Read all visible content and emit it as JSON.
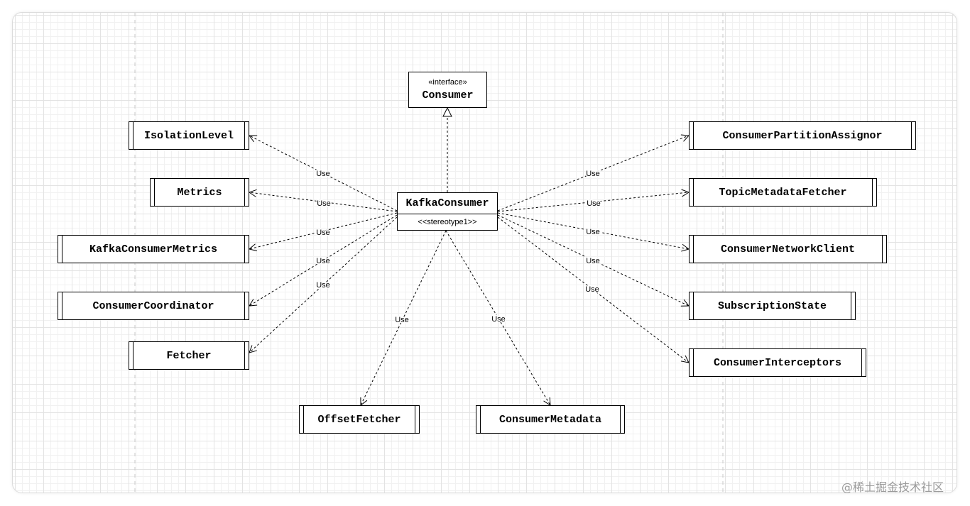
{
  "interface": {
    "stereotype": "«interface»",
    "name": "Consumer"
  },
  "main_class": {
    "name": "KafkaConsumer",
    "stereotype": "<<stereotype1>>"
  },
  "classes": [
    "IsolationLevel",
    "Metrics",
    "KafkaConsumerMetrics",
    "ConsumerCoordinator",
    "Fetcher",
    "ConsumerPartitionAssignor",
    "TopicMetadataFetcher",
    "ConsumerNetworkClient",
    "SubscriptionState",
    "ConsumerInterceptors",
    "OffsetFetcher",
    "ConsumerMetadata"
  ],
  "relations": [
    {
      "label": "Use",
      "target": 0
    },
    {
      "label": "Use",
      "target": 1
    },
    {
      "label": "Use",
      "target": 2
    },
    {
      "label": "Use",
      "target": 3
    },
    {
      "label": "Use",
      "target": 4
    },
    {
      "label": "Use",
      "target": 5
    },
    {
      "label": "Use",
      "target": 6
    },
    {
      "label": "Use",
      "target": 7
    },
    {
      "label": "Use",
      "target": 8
    },
    {
      "label": "Use",
      "target": 9
    },
    {
      "label": "Use",
      "target": 10
    },
    {
      "label": "Use",
      "target": 11
    }
  ],
  "watermark": "@稀土掘金技术社区",
  "colors": {
    "line": "#000000",
    "grid": "#e3e3e3",
    "watermark": "#9a9a9a"
  }
}
